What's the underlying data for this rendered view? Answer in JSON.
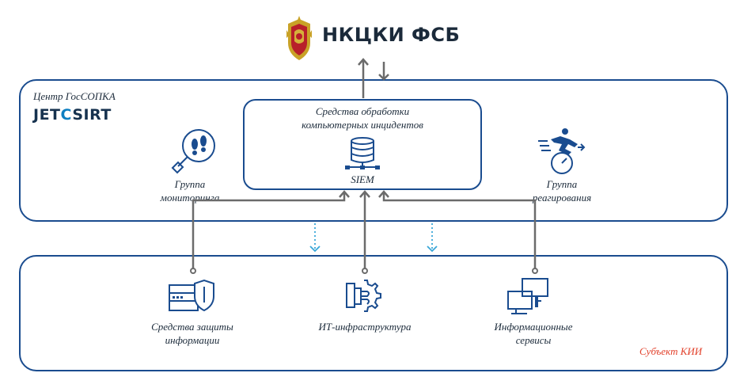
{
  "agency": {
    "name": "НКЦКИ ФСБ"
  },
  "center": {
    "caption": "Центр ГосСОПКА",
    "logo": {
      "part1": "JET",
      "part2": "C",
      "part3": "SIRT"
    }
  },
  "incident_tools": {
    "line1": "Средства обработки",
    "line2": "компьютерных инцидентов",
    "siem": "SIEM"
  },
  "monitoring_group": {
    "line1": "Группа",
    "line2": "мониторинга",
    "icon": "magnifier-footprints-icon"
  },
  "response_group": {
    "line1": "Группа",
    "line2": "реагирования",
    "icon": "runner-speedometer-icon"
  },
  "subject": {
    "caption": "Субъект КИИ",
    "items": [
      {
        "line1": "Средства защиты",
        "line2": "информации",
        "icon": "server-shield-icon"
      },
      {
        "line1": "ИТ-инфраструктура",
        "line2": "",
        "icon": "gear-network-icon"
      },
      {
        "line1": "Информационные",
        "line2": "сервисы",
        "icon": "monitors-icon"
      }
    ]
  },
  "colors": {
    "frame": "#1a4c8f",
    "arrow": "#6b6b6b",
    "dotted": "#3aa7d8",
    "subject_caption": "#e2402a",
    "logo_accent": "#0e7fc1"
  }
}
